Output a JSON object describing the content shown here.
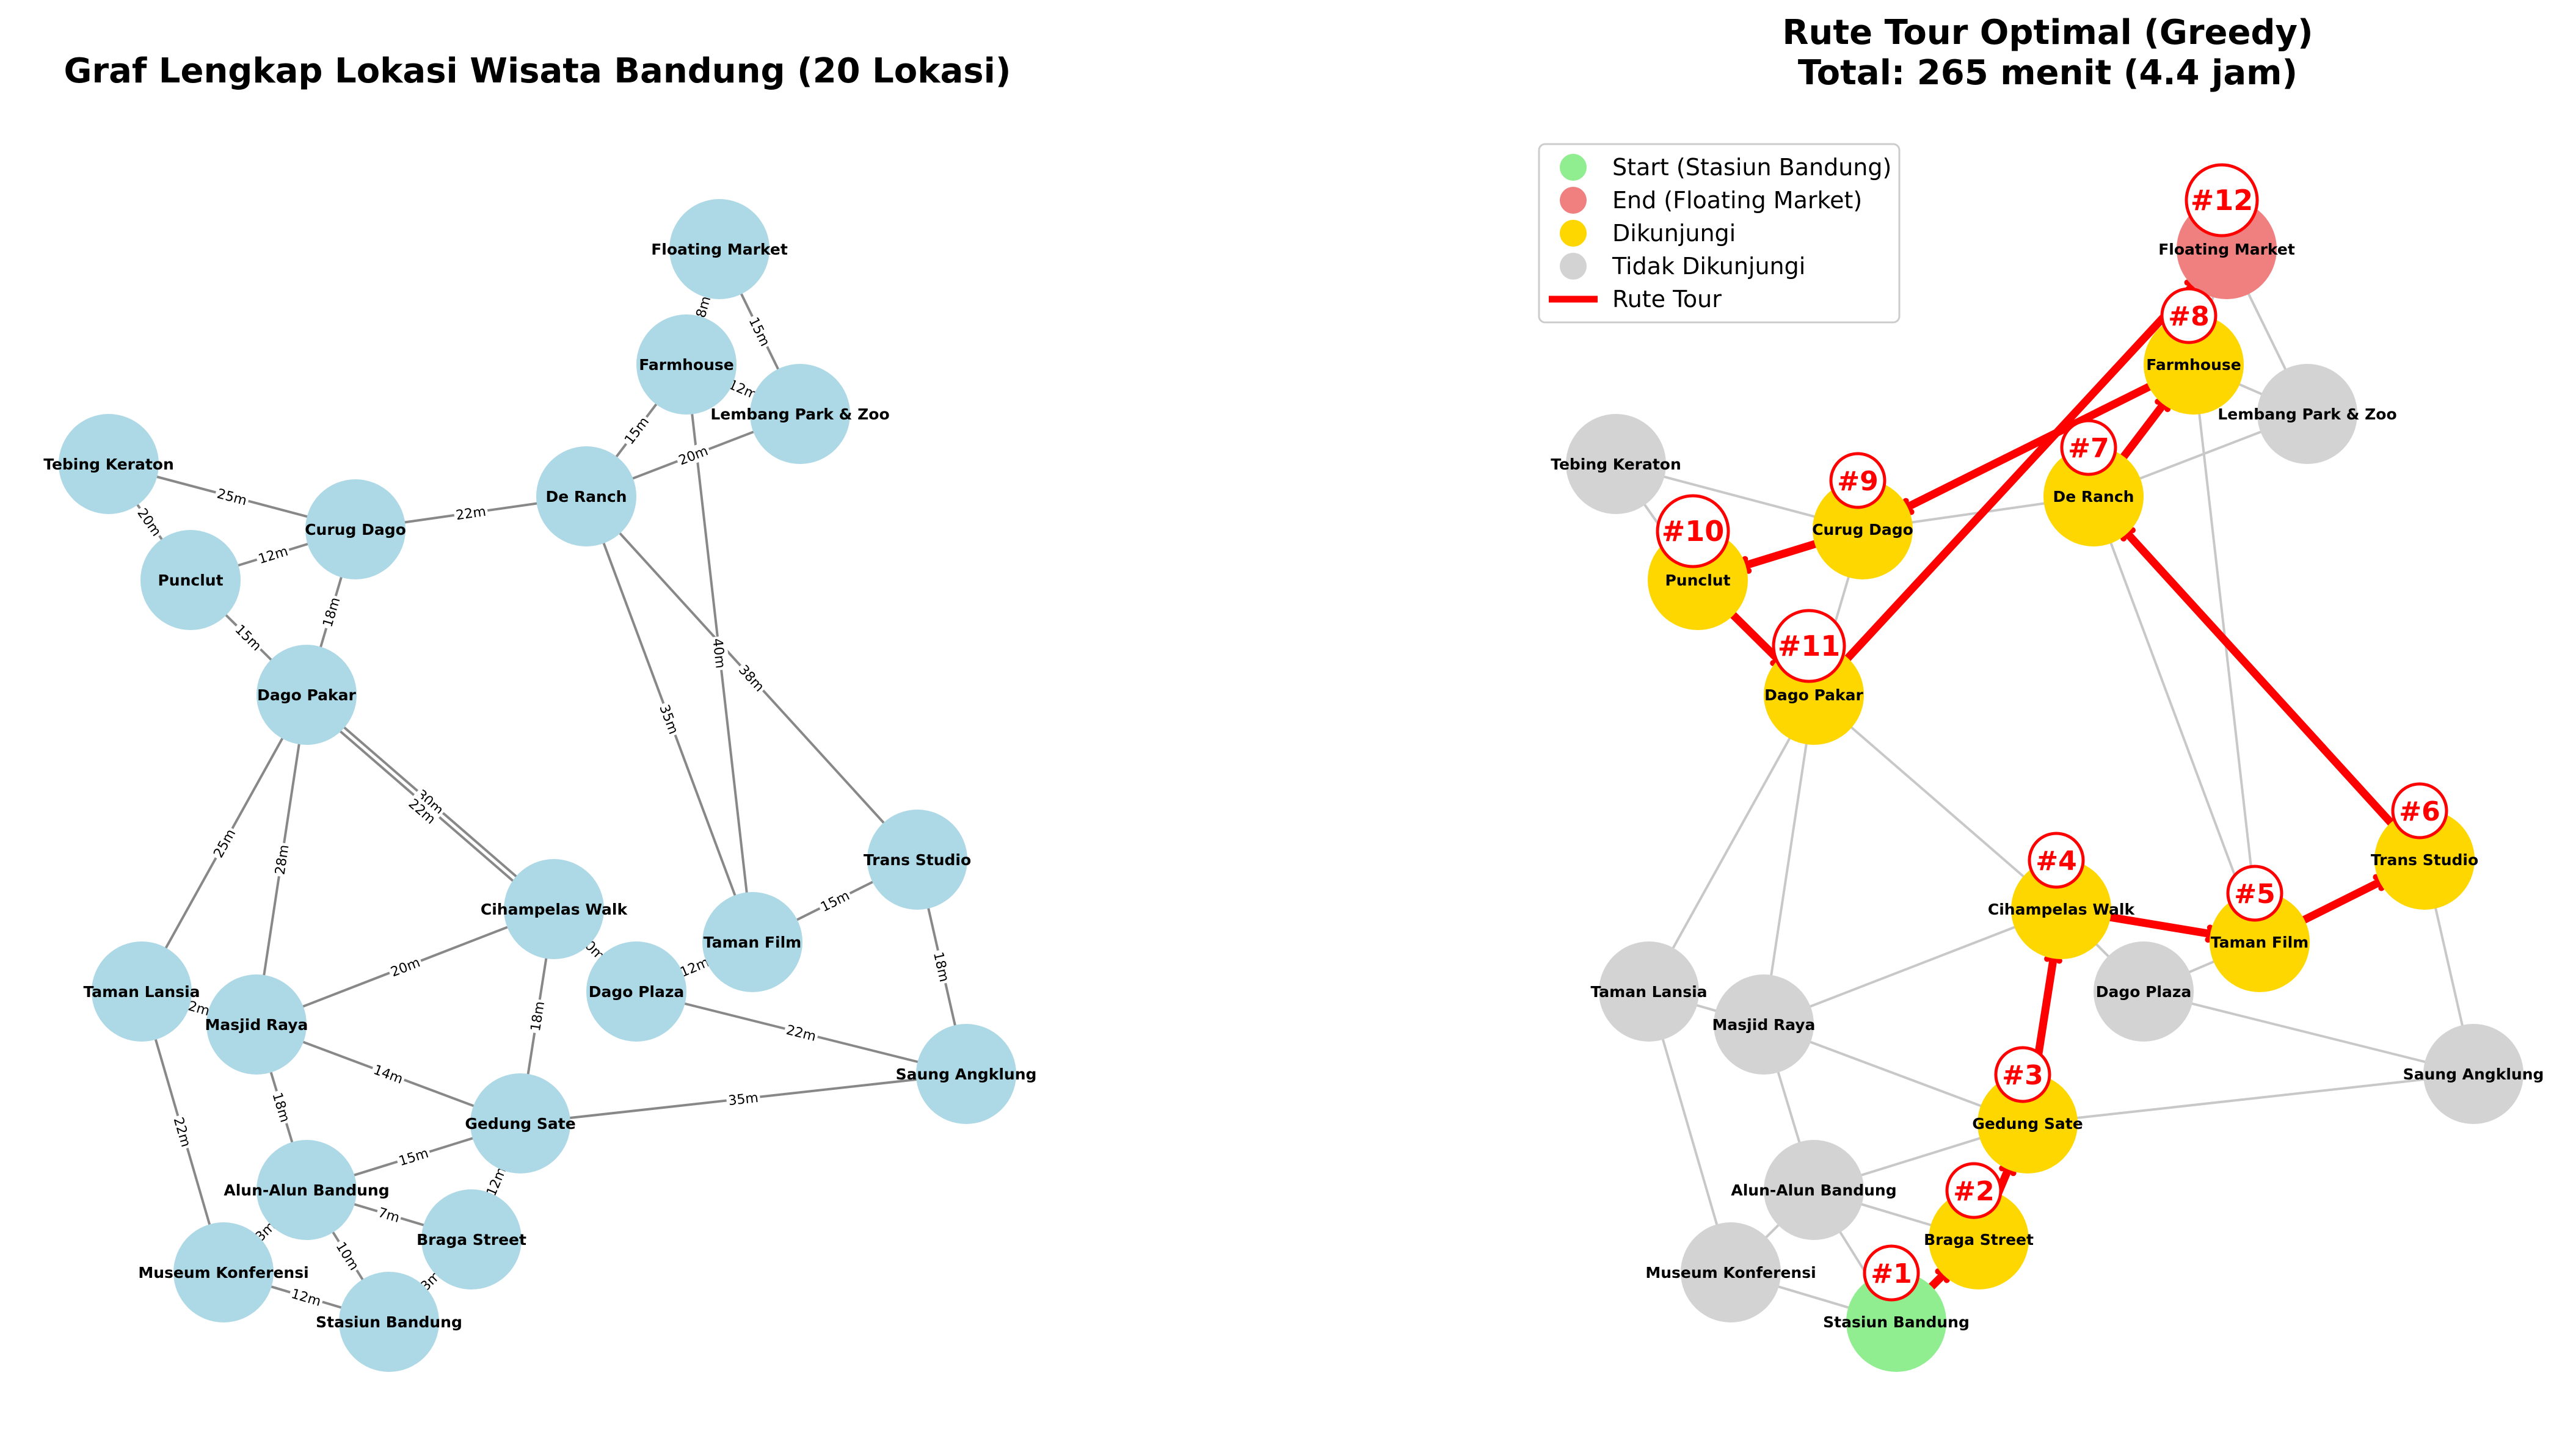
{
  "left_graph": {
    "title": "Graf Lengkap Lokasi Wisata Bandung (20 Lokasi)",
    "node_color": "#add8e6",
    "edge_color": "#888888",
    "nodes": [
      {
        "id": "floating",
        "label": "Floating Market"
      },
      {
        "id": "farmhouse",
        "label": "Farmhouse"
      },
      {
        "id": "lembang",
        "label": "Lembang Park & Zoo"
      },
      {
        "id": "tebing",
        "label": "Tebing Keraton"
      },
      {
        "id": "curug",
        "label": "Curug Dago"
      },
      {
        "id": "deranch",
        "label": "De Ranch"
      },
      {
        "id": "punclut",
        "label": "Punclut"
      },
      {
        "id": "dagopakar",
        "label": "Dago Pakar"
      },
      {
        "id": "transstudio",
        "label": "Trans Studio"
      },
      {
        "id": "cihampelas",
        "label": "Cihampelas Walk"
      },
      {
        "id": "tamanfilm",
        "label": "Taman Film"
      },
      {
        "id": "tamanlansia",
        "label": "Taman Lansia"
      },
      {
        "id": "masjid",
        "label": "Masjid Raya"
      },
      {
        "id": "dagoplaza",
        "label": "Dago Plaza"
      },
      {
        "id": "saung",
        "label": "Saung Angklung"
      },
      {
        "id": "gedungsate",
        "label": "Gedung Sate"
      },
      {
        "id": "alunalun",
        "label": "Alun-Alun Bandung"
      },
      {
        "id": "braga",
        "label": "Braga Street"
      },
      {
        "id": "museum",
        "label": "Museum Konferensi"
      },
      {
        "id": "stasiun",
        "label": "Stasiun Bandung"
      }
    ],
    "edges": [
      {
        "from": "floating",
        "to": "farmhouse",
        "label": "8m"
      },
      {
        "from": "floating",
        "to": "lembang",
        "label": "15m"
      },
      {
        "from": "farmhouse",
        "to": "lembang",
        "label": "12m"
      },
      {
        "from": "farmhouse",
        "to": "deranch",
        "label": "15m"
      },
      {
        "from": "lembang",
        "to": "deranch",
        "label": "20m"
      },
      {
        "from": "farmhouse",
        "to": "tamanfilm",
        "label": "40m"
      },
      {
        "from": "tebing",
        "to": "curug",
        "label": "25m"
      },
      {
        "from": "tebing",
        "to": "punclut",
        "label": "20m"
      },
      {
        "from": "curug",
        "to": "punclut",
        "label": "12m"
      },
      {
        "from": "curug",
        "to": "deranch",
        "label": "22m"
      },
      {
        "from": "curug",
        "to": "dagopakar",
        "label": "18m"
      },
      {
        "from": "punclut",
        "to": "dagopakar",
        "label": "15m"
      },
      {
        "from": "deranch",
        "to": "tamanfilm",
        "label": "35m"
      },
      {
        "from": "deranch",
        "to": "transstudio",
        "label": "38m"
      },
      {
        "from": "dagopakar",
        "to": "cihampelas",
        "label": "30m"
      },
      {
        "from": "dagopakar",
        "to": "cihampelas",
        "label": "22m"
      },
      {
        "from": "dagopakar",
        "to": "tamanlansia",
        "label": "25m"
      },
      {
        "from": "dagopakar",
        "to": "masjid",
        "label": "28m"
      },
      {
        "from": "cihampelas",
        "to": "masjid",
        "label": "20m"
      },
      {
        "from": "cihampelas",
        "to": "gedungsate",
        "label": "18m"
      },
      {
        "from": "cihampelas",
        "to": "dagoplaza",
        "label": "0m"
      },
      {
        "from": "tamanfilm",
        "to": "transstudio",
        "label": "15m"
      },
      {
        "from": "tamanfilm",
        "to": "dagoplaza",
        "label": "12m"
      },
      {
        "from": "transstudio",
        "to": "saung",
        "label": "18m"
      },
      {
        "from": "dagoplaza",
        "to": "saung",
        "label": "22m"
      },
      {
        "from": "tamanlansia",
        "to": "masjid",
        "label": "2m"
      },
      {
        "from": "tamanlansia",
        "to": "museum",
        "label": "22m"
      },
      {
        "from": "masjid",
        "to": "gedungsate",
        "label": "14m"
      },
      {
        "from": "masjid",
        "to": "alunalun",
        "label": "18m"
      },
      {
        "from": "gedungsate",
        "to": "saung",
        "label": "35m"
      },
      {
        "from": "gedungsate",
        "to": "alunalun",
        "label": "15m"
      },
      {
        "from": "gedungsate",
        "to": "braga",
        "label": "12m"
      },
      {
        "from": "alunalun",
        "to": "braga",
        "label": "7m"
      },
      {
        "from": "alunalun",
        "to": "museum",
        "label": "3m"
      },
      {
        "from": "alunalun",
        "to": "stasiun",
        "label": "10m"
      },
      {
        "from": "museum",
        "to": "stasiun",
        "label": "12m"
      },
      {
        "from": "braga",
        "to": "stasiun",
        "label": "3m"
      }
    ]
  },
  "right_graph": {
    "title_line1": "Rute Tour Optimal (Greedy)",
    "title_line2": "Total: 265 menit (4.4 jam)",
    "colors": {
      "start": "#90ee90",
      "end": "#f08080",
      "visited": "#ffd700",
      "unvisited": "#d3d3d3",
      "route": "#ff0000",
      "background_edge": "#c8c8c8"
    },
    "legend": [
      {
        "type": "start",
        "label": "Start (Stasiun Bandung)"
      },
      {
        "type": "end",
        "label": "End (Floating Market)"
      },
      {
        "type": "visited",
        "label": "Dikunjungi"
      },
      {
        "type": "unvisited",
        "label": "Tidak Dikunjungi"
      },
      {
        "type": "route",
        "label": "Rute Tour"
      }
    ],
    "node_status": {
      "stasiun": "start",
      "floating": "end",
      "braga": "visited",
      "gedungsate": "visited",
      "cihampelas": "visited",
      "tamanfilm": "visited",
      "transstudio": "visited",
      "deranch": "visited",
      "farmhouse": "visited",
      "curug": "visited",
      "punclut": "visited",
      "dagopakar": "visited"
    },
    "route": [
      {
        "node": "stasiun",
        "step": "#1"
      },
      {
        "node": "braga",
        "step": "#2"
      },
      {
        "node": "gedungsate",
        "step": "#3"
      },
      {
        "node": "cihampelas",
        "step": "#4"
      },
      {
        "node": "tamanfilm",
        "step": "#5"
      },
      {
        "node": "transstudio",
        "step": "#6"
      },
      {
        "node": "deranch",
        "step": "#7"
      },
      {
        "node": "farmhouse",
        "step": "#8"
      },
      {
        "node": "curug",
        "step": "#9"
      },
      {
        "node": "punclut",
        "step": "#10"
      },
      {
        "node": "dagopakar",
        "step": "#11"
      },
      {
        "node": "floating",
        "step": "#12"
      }
    ]
  }
}
